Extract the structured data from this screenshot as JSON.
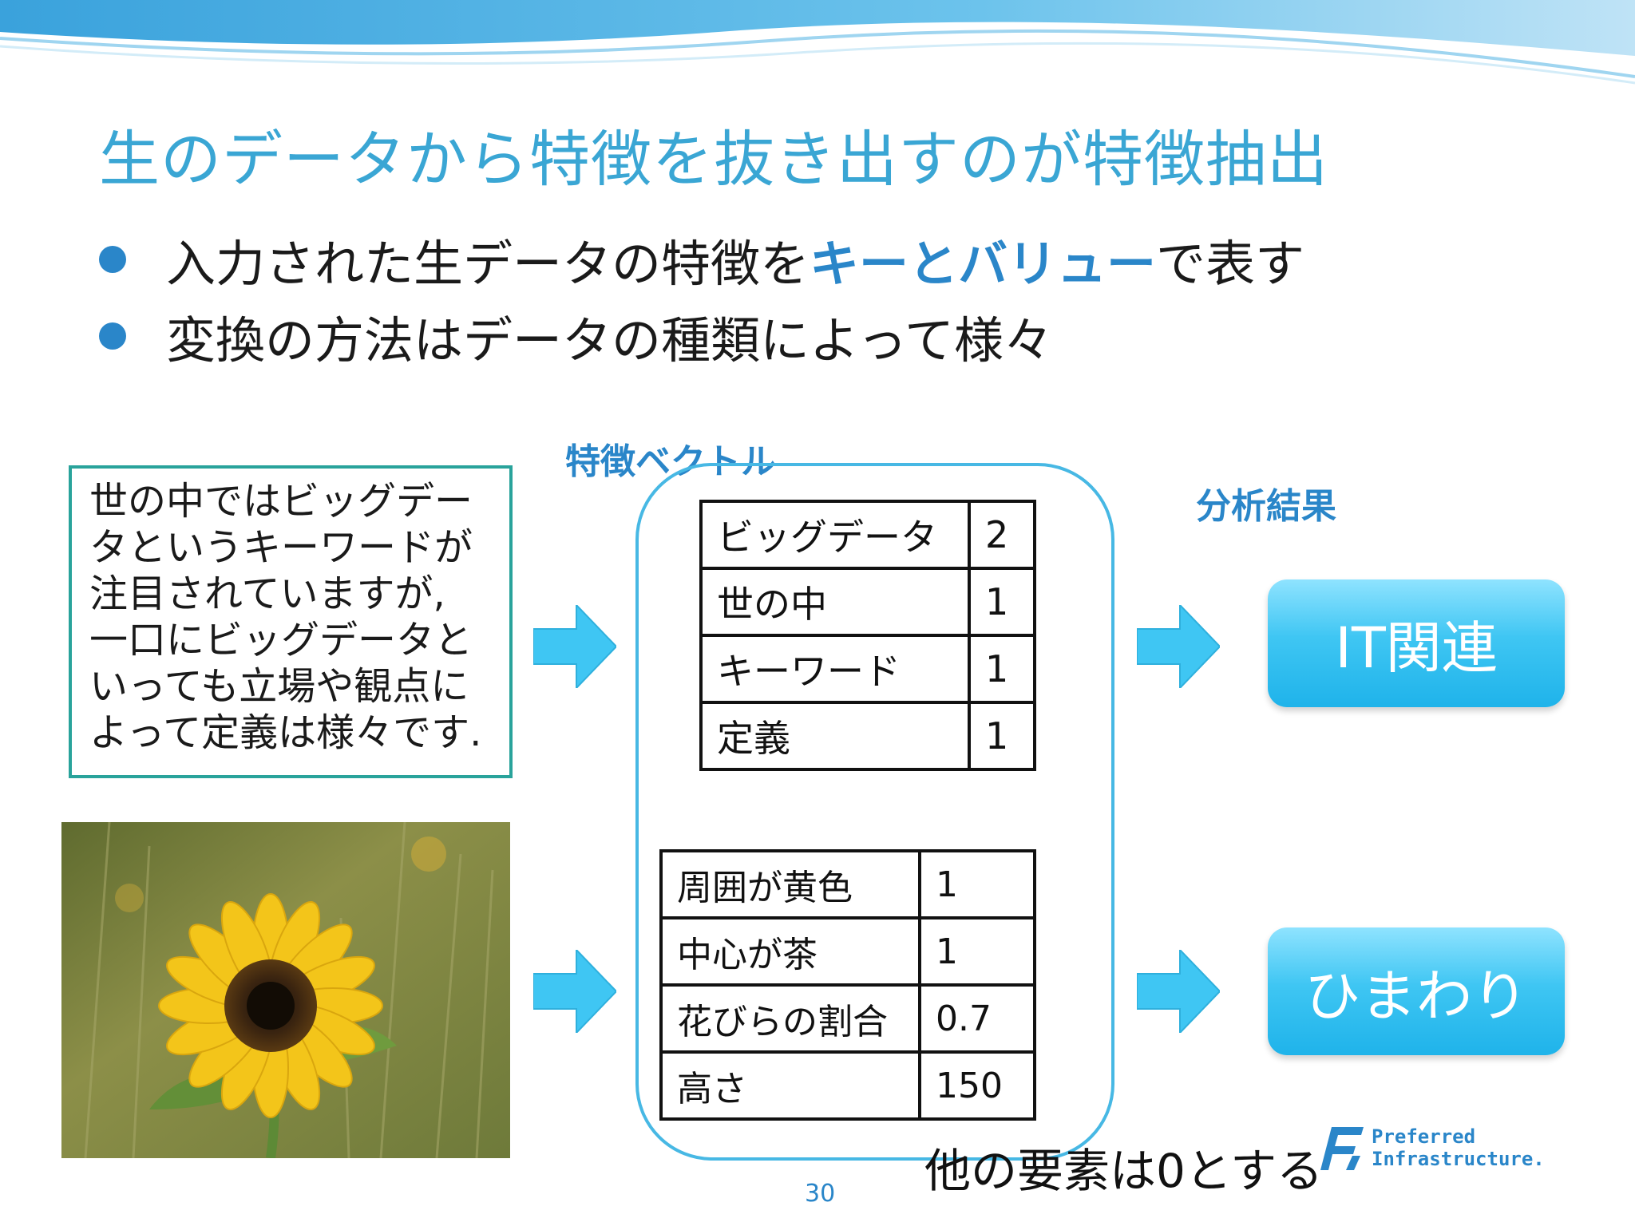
{
  "slide": {
    "title": "生のデータから特徴を抜き出すのが特徴抽出",
    "page_number": "30"
  },
  "bullets": [
    {
      "before": "入力された生データの特徴を",
      "highlight": "キーとバリュー",
      "after": "で表す"
    },
    {
      "text": "変換の方法はデータの種類によって様々"
    }
  ],
  "labels": {
    "feature_vector": "特徴ベクトル",
    "analysis_result": "分析結果",
    "other_elements_note": "他の要素は0とする"
  },
  "text_input": {
    "lines": [
      "世の中ではビッグデー",
      "タというキーワードが",
      "注目されていますが,",
      "一口にビッグデータと",
      "いっても立場や観点に",
      "よって定義は様々です."
    ]
  },
  "text_features": [
    {
      "key": "ビッグデータ",
      "value": "2"
    },
    {
      "key": "世の中",
      "value": "1"
    },
    {
      "key": "キーワード",
      "value": "1"
    },
    {
      "key": "定義",
      "value": "1"
    }
  ],
  "image_features": [
    {
      "key": "周囲が黄色",
      "value": "1"
    },
    {
      "key": "中心が茶",
      "value": "1"
    },
    {
      "key": "花びらの割合",
      "value": "0.7"
    },
    {
      "key": "高さ",
      "value": "150"
    }
  ],
  "results": {
    "text_result": "IT関連",
    "image_result": "ひまわり"
  },
  "logo": {
    "line1": "Preferred",
    "line2": "Infrastructure."
  },
  "colors": {
    "title": "#3aa6d4",
    "accent": "#2a86c9",
    "textbox_border": "#29a39b",
    "frame": "#47b8e4",
    "arrow": "#3fc6f3"
  },
  "icons": {
    "bullet": "bullet-dot-icon",
    "arrow": "right-arrow-icon",
    "photo": "sunflower-photo"
  }
}
